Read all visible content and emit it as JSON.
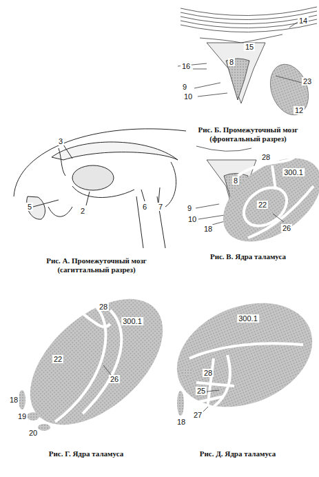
{
  "diagram": {
    "labels": [
      "14",
      "15",
      "16",
      "8",
      "23",
      "9",
      "10",
      "12",
      "Рис. Б. Промежуточный мозг (фронтальный разрез)",
      "3",
      "5",
      "2",
      "6",
      "7",
      "Рис. А. Промежуточный мозг (сагиттальный разрез)",
      "28",
      "300.1",
      "8",
      "22",
      "9",
      "10",
      "18",
      "26",
      "Рис. В. Ядра таламуса",
      "28",
      "300.1",
      "22",
      "26",
      "18",
      "19",
      "20",
      "Рис. Г. Ядра таламуса",
      "300.1",
      "28",
      "25",
      "18",
      "27",
      "Рис. Д. Ядра таламуса"
    ]
  }
}
